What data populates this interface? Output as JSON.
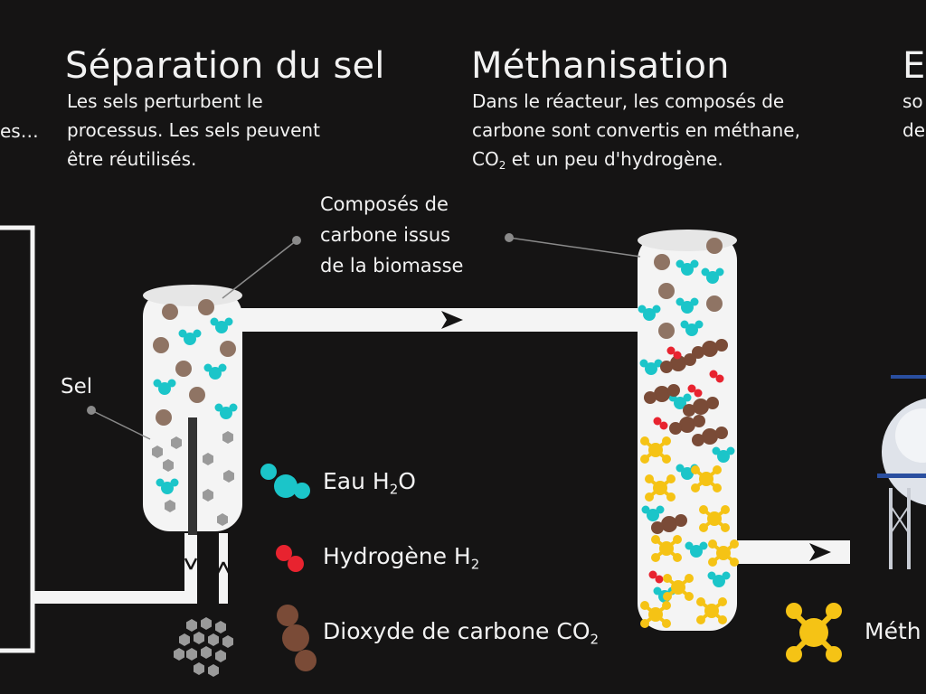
{
  "left_column": {
    "text_fragment": "es…"
  },
  "section_separation": {
    "title": "Séparation du sel",
    "line1": "Les sels perturbent le",
    "line2": "processus. Les sels peuvent",
    "line3": "être réutilisés."
  },
  "section_methanisation": {
    "title": "Méthanisation",
    "line1": "Dans le réacteur, les composés de",
    "line2": "carbone sont convertis en méthane,",
    "line3_prefix": "CO",
    "line3_sub": "2",
    "line3_suffix": " et un peu d'hydrogène."
  },
  "section_right": {
    "title_fragment": "E",
    "line1_fragment": "so",
    "line2_fragment": "de"
  },
  "callouts": {
    "carbon_line1": "Composés de",
    "carbon_line2": "carbone issus",
    "carbon_line3": "de la biomasse",
    "salt": "Sel"
  },
  "legend": {
    "water_prefix": "Eau H",
    "water_sub": "2",
    "water_suffix": "O",
    "hydrogen_prefix": "Hydrogène H",
    "hydrogen_sub": "2",
    "co2_prefix": "Dioxyde de carbone CO",
    "co2_sub": "2",
    "methane_fragment": "Méth"
  },
  "colors": {
    "background": "#151414",
    "text": "#f2f2f2",
    "water": "#1bc5c9",
    "hydrogen": "#e8232f",
    "co2": "#7a4b37",
    "biomass_carbon": "#8f7464",
    "methane": "#f5c315",
    "salt": "#9a9a9a",
    "column": "#f4f4f4"
  },
  "icons": {
    "water": "water-molecule-icon",
    "hydrogen": "hydrogen-molecule-icon",
    "co2": "co2-molecule-icon",
    "methane": "methane-molecule-icon",
    "salt": "salt-crystal-icon",
    "tank": "gas-storage-tank-icon"
  }
}
